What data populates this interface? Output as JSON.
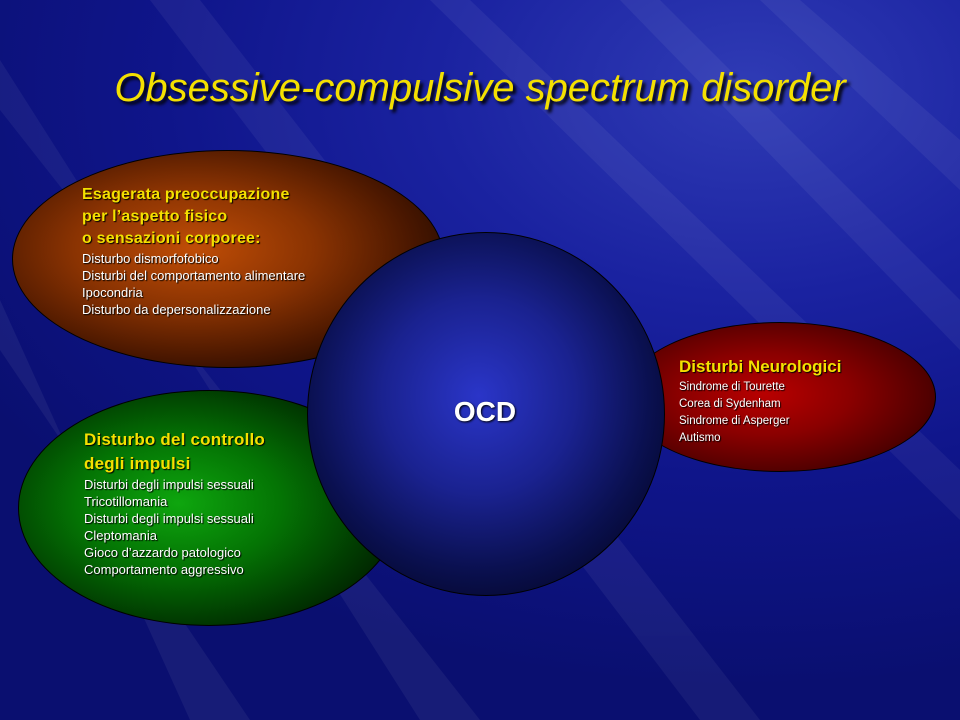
{
  "title": "Obsessive-compulsive spectrum disorder",
  "center": {
    "label": "OCD"
  },
  "body_group": {
    "heading": [
      "Esagerata preoccupazione",
      "per l’aspetto fisico",
      "o sensazioni corporee:"
    ],
    "items": [
      "Disturbo dismorfofobico",
      "Disturbi del comportamento alimentare",
      "Ipocondria",
      "Disturbo da depersonalizzazione"
    ]
  },
  "impulse_group": {
    "heading": [
      "Disturbo del controllo",
      "degli impulsi"
    ],
    "items": [
      "Disturbi degli impulsi sessuali",
      "Tricotillomania",
      "Disturbi degli impulsi sessuali",
      "Cleptomania",
      "Gioco d’azzardo patologico",
      "Comportamento aggressivo"
    ]
  },
  "neuro_group": {
    "heading": "Disturbi Neurologici",
    "items": [
      "Sindrome di Tourette",
      "Corea di Sydenham",
      "Sindrome di Asperger",
      "Autismo"
    ]
  },
  "colors": {
    "background": "#1a22a0",
    "title": "#f4e000",
    "body_group": "#8a3302",
    "impulse_group": "#047404",
    "neuro_group": "#8a0000",
    "center": "#1a2290"
  }
}
